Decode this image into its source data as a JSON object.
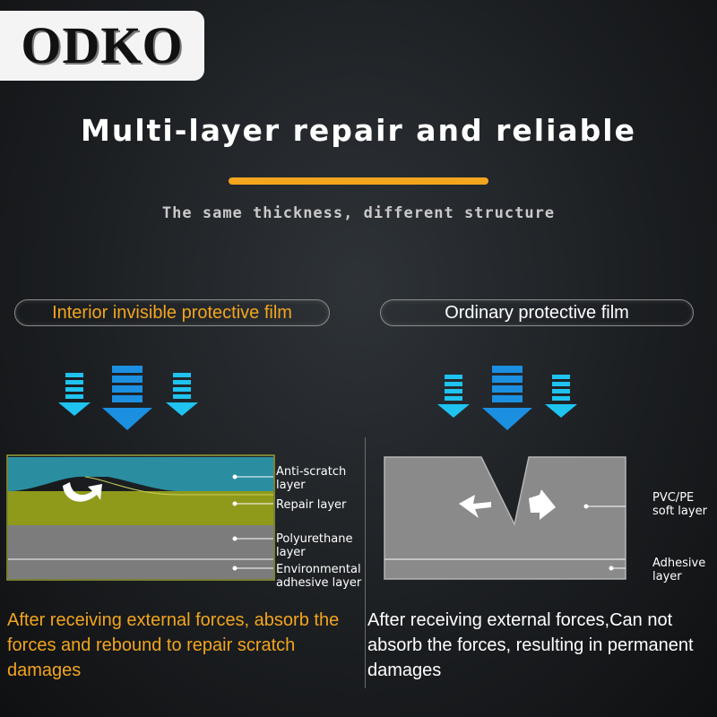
{
  "brand": {
    "logo_text": "ODKO"
  },
  "header": {
    "title": "Multi-layer repair and reliable",
    "subtitle": "The same thickness, different structure"
  },
  "left": {
    "heading": "Interior invisible protective film",
    "layers": {
      "anti_scratch": [
        "Anti-scratch",
        "layer"
      ],
      "repair": [
        "Repair layer"
      ],
      "polyurethane": [
        "Polyurethane",
        "layer"
      ],
      "adhesive": [
        "Environmental",
        "adhesive layer"
      ]
    },
    "description": "After receiving external forces, absorb the forces and rebound to repair scratch damages"
  },
  "right": {
    "heading": "Ordinary protective film",
    "layers": {
      "pvc": [
        "PVC/PE",
        "soft layer"
      ],
      "adhesive": [
        "Adhesive",
        "layer"
      ]
    },
    "description": "After receiving external forces,Can not absorb the forces, resulting in permanent damages"
  },
  "colors": {
    "accent_orange": "#f3a51e",
    "arrow_cyan": "#1ec3f0",
    "anti_scratch_teal": "#2a8ea0",
    "repair_olive": "#8f9a1a",
    "layer_gray": "#7c7c7c"
  },
  "icons": {
    "force_arrow": "arrow-down-icon",
    "rebound_arrow": "curved-arrow-icon"
  }
}
